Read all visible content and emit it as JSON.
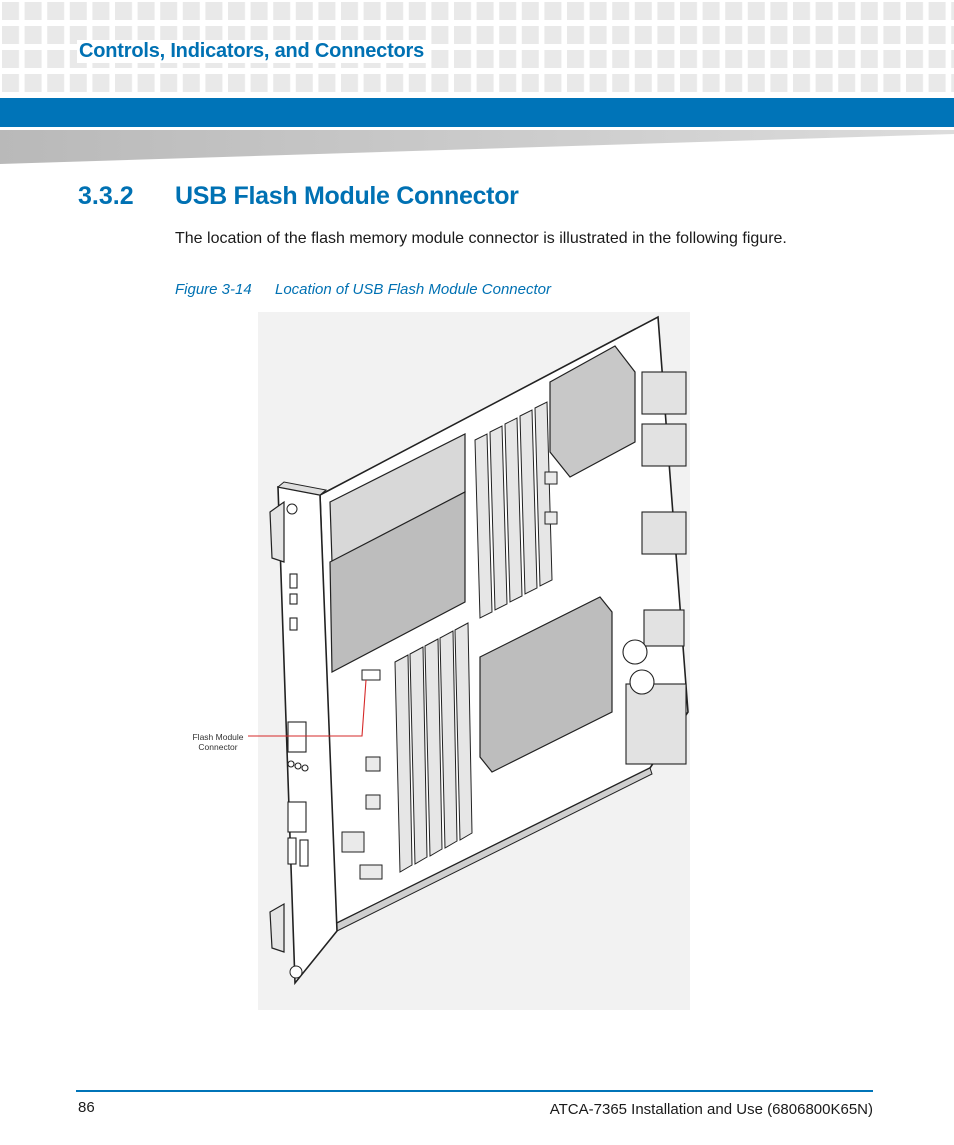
{
  "header": {
    "section_title": "Controls, Indicators, and Connectors"
  },
  "heading": {
    "number": "3.3.2",
    "title": "USB Flash Module Connector"
  },
  "body": {
    "paragraph": "The location of the flash memory module connector is illustrated in the following figure."
  },
  "figure": {
    "number": "Figure 3-14",
    "caption": "Location of USB Flash Module Connector",
    "callout_line1": "Flash Module",
    "callout_line2": "Connector",
    "callout_color": "#d62828"
  },
  "footer": {
    "page_number": "86",
    "document_title": "ATCA-7365 Installation and Use (6806800K65N)"
  },
  "colors": {
    "accent_blue": "#0074b8",
    "heading_blue": "#0071b3"
  }
}
